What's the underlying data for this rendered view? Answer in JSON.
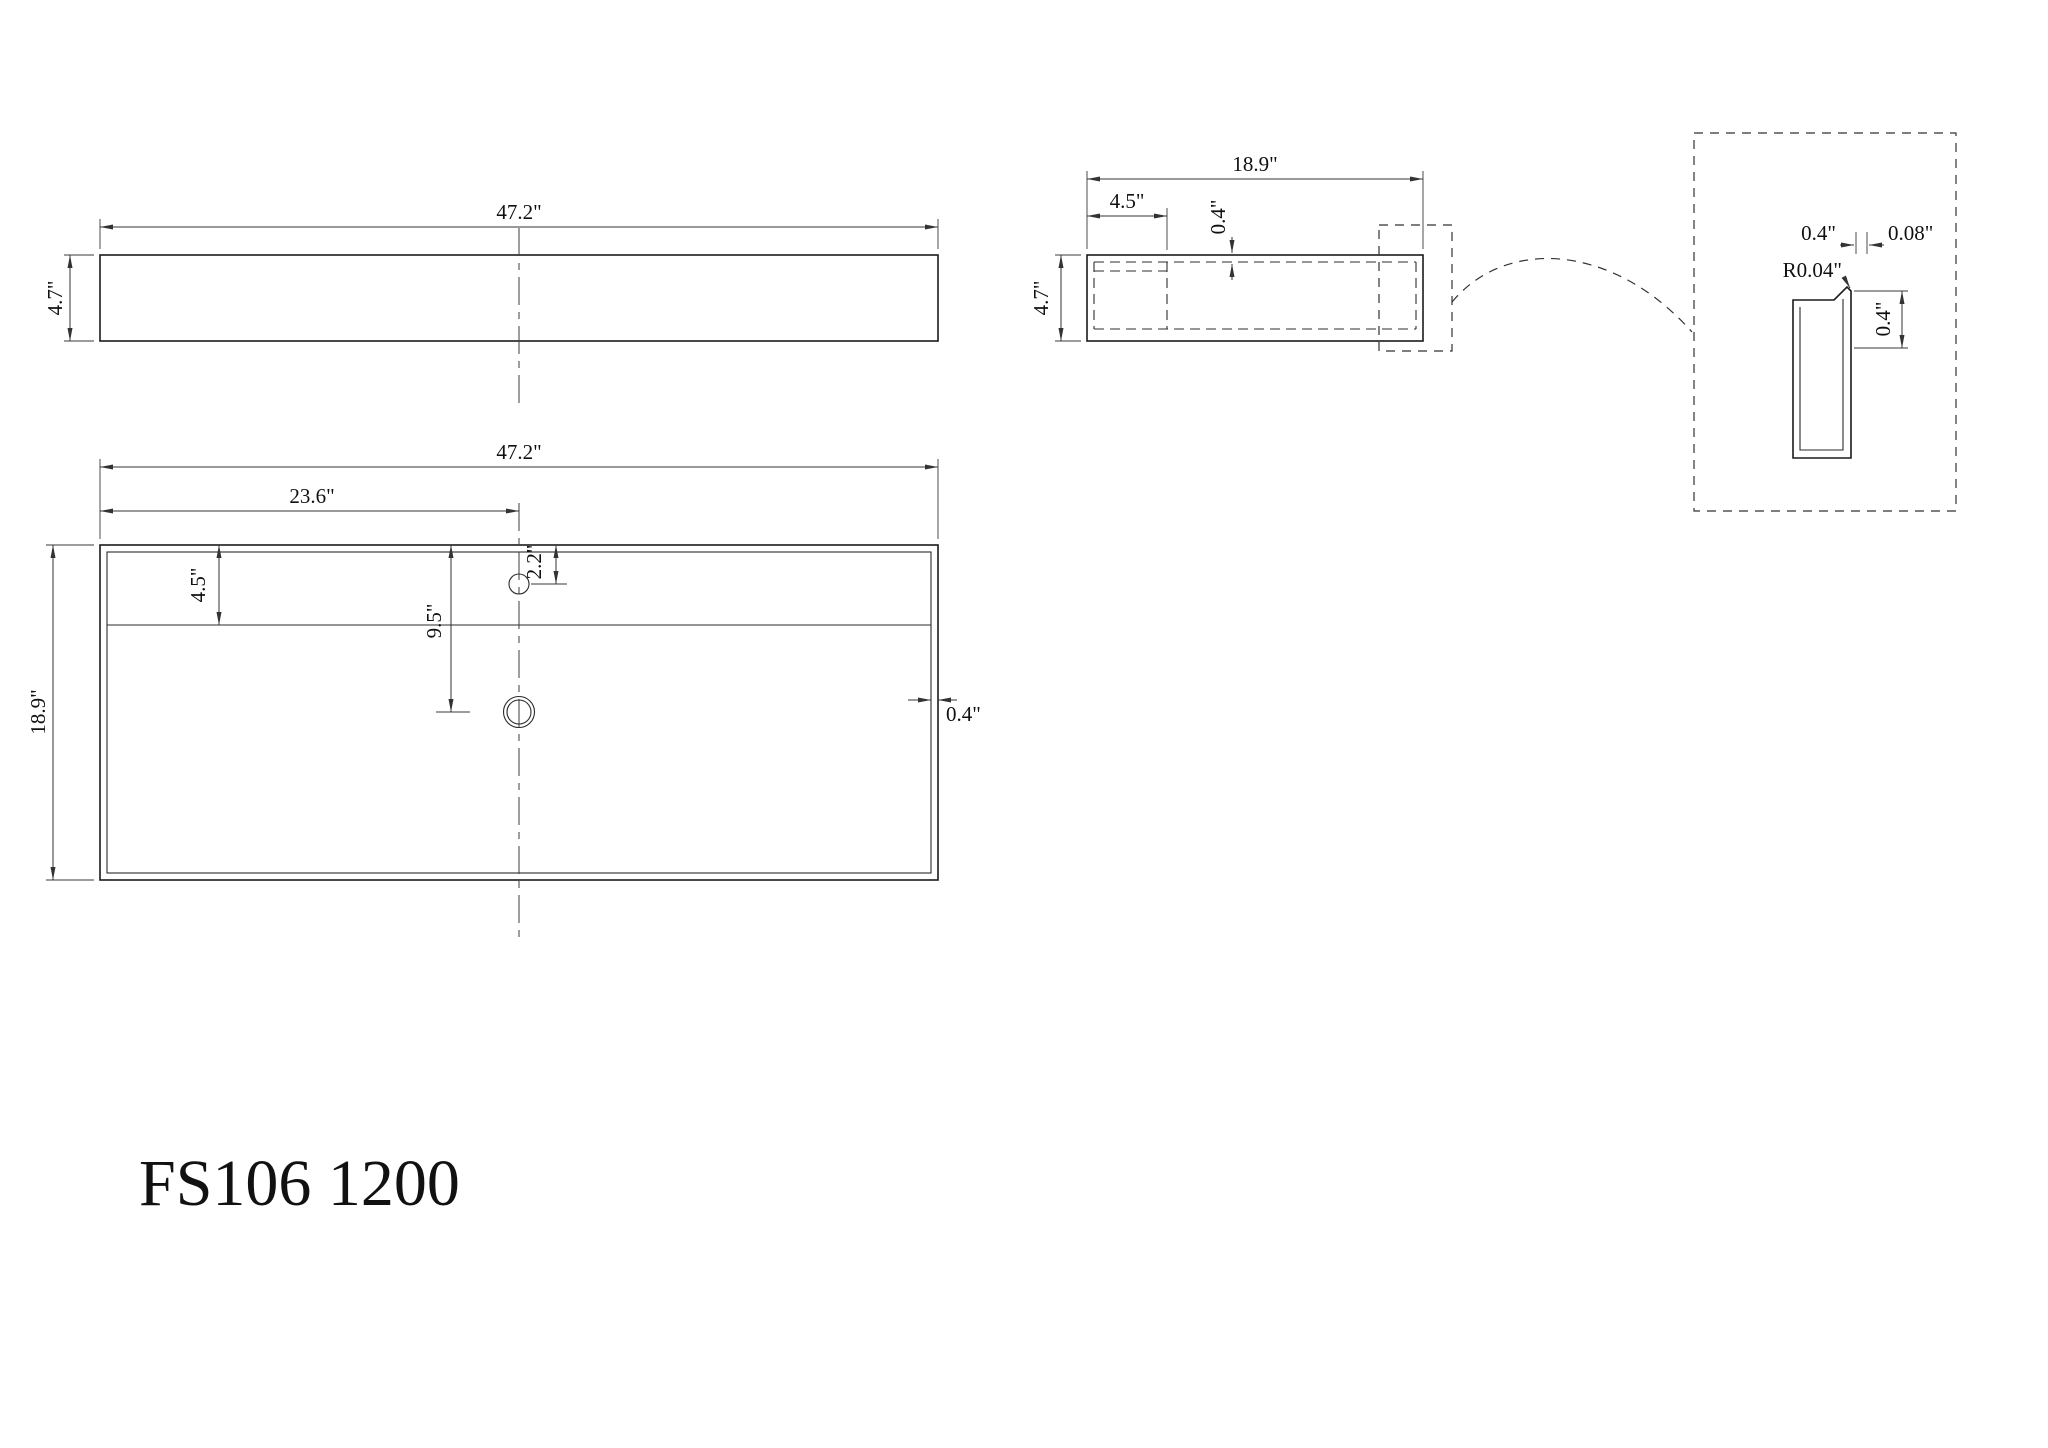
{
  "title": "FS106 1200",
  "front_view": {
    "width": "47.2\"",
    "height": "4.7\""
  },
  "plan_view": {
    "width": "47.2\"",
    "center_offset": "23.6\"",
    "deck_depth": "4.5\"",
    "faucet_offset": "2.2\"",
    "drain_offset": "9.5\"",
    "depth": "18.9\"",
    "wall_thickness": "0.4\""
  },
  "side_view": {
    "depth": "18.9\"",
    "deck_depth": "4.5\"",
    "wall_thickness": "0.4\"",
    "height": "4.7\""
  },
  "detail_view": {
    "rim_width": "0.4\"",
    "edge_flat": "0.08\"",
    "corner_radius": "R0.04\"",
    "rim_depth": "0.4\""
  }
}
